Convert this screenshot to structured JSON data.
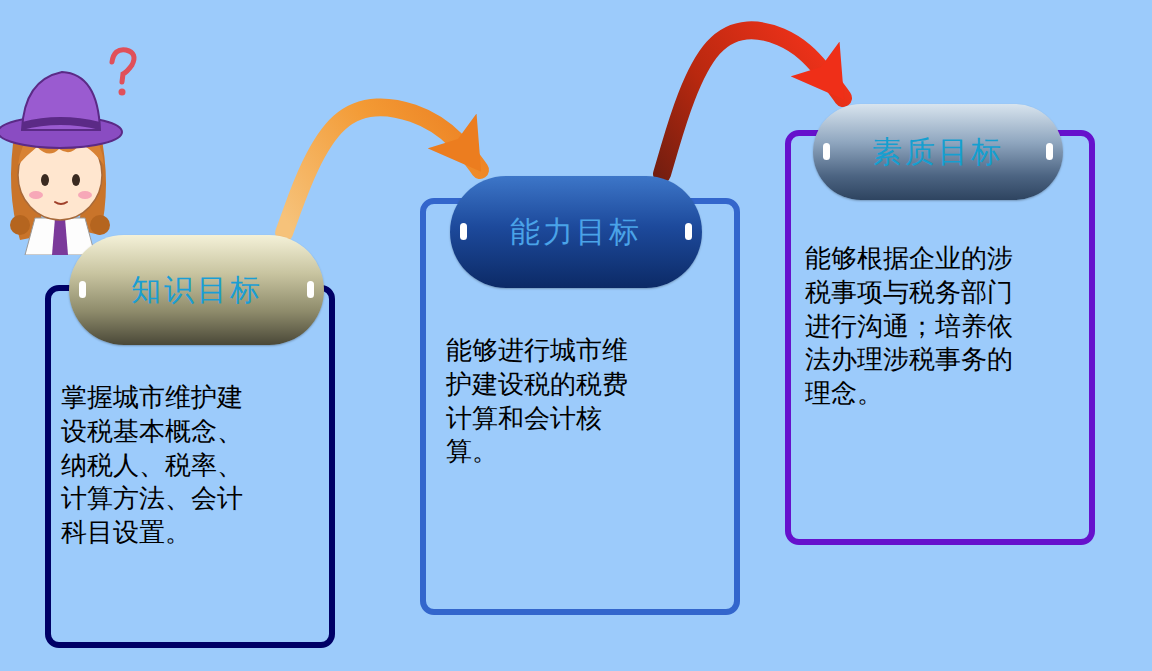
{
  "diagram": {
    "nodes": [
      {
        "text": [
          "知识目标",
          "掌握城市维护建设税基本概念、纳税人、税率、计算方法、会计科目设置。"
        ]
      },
      {
        "text": [
          "能力目标",
          "能够进行城市维护建设税的税费计算和会计核算。"
        ]
      },
      {
        "text": [
          "素质目标",
          "能够根据企业的涉税事项与税务部门进行沟通；培养依法办理涉税事务的理念。"
        ]
      }
    ],
    "edges": [
      {
        "from": 0,
        "to": 1,
        "arrow": "to"
      },
      {
        "from": 1,
        "to": 2,
        "arrow": "to"
      }
    ]
  }
}
